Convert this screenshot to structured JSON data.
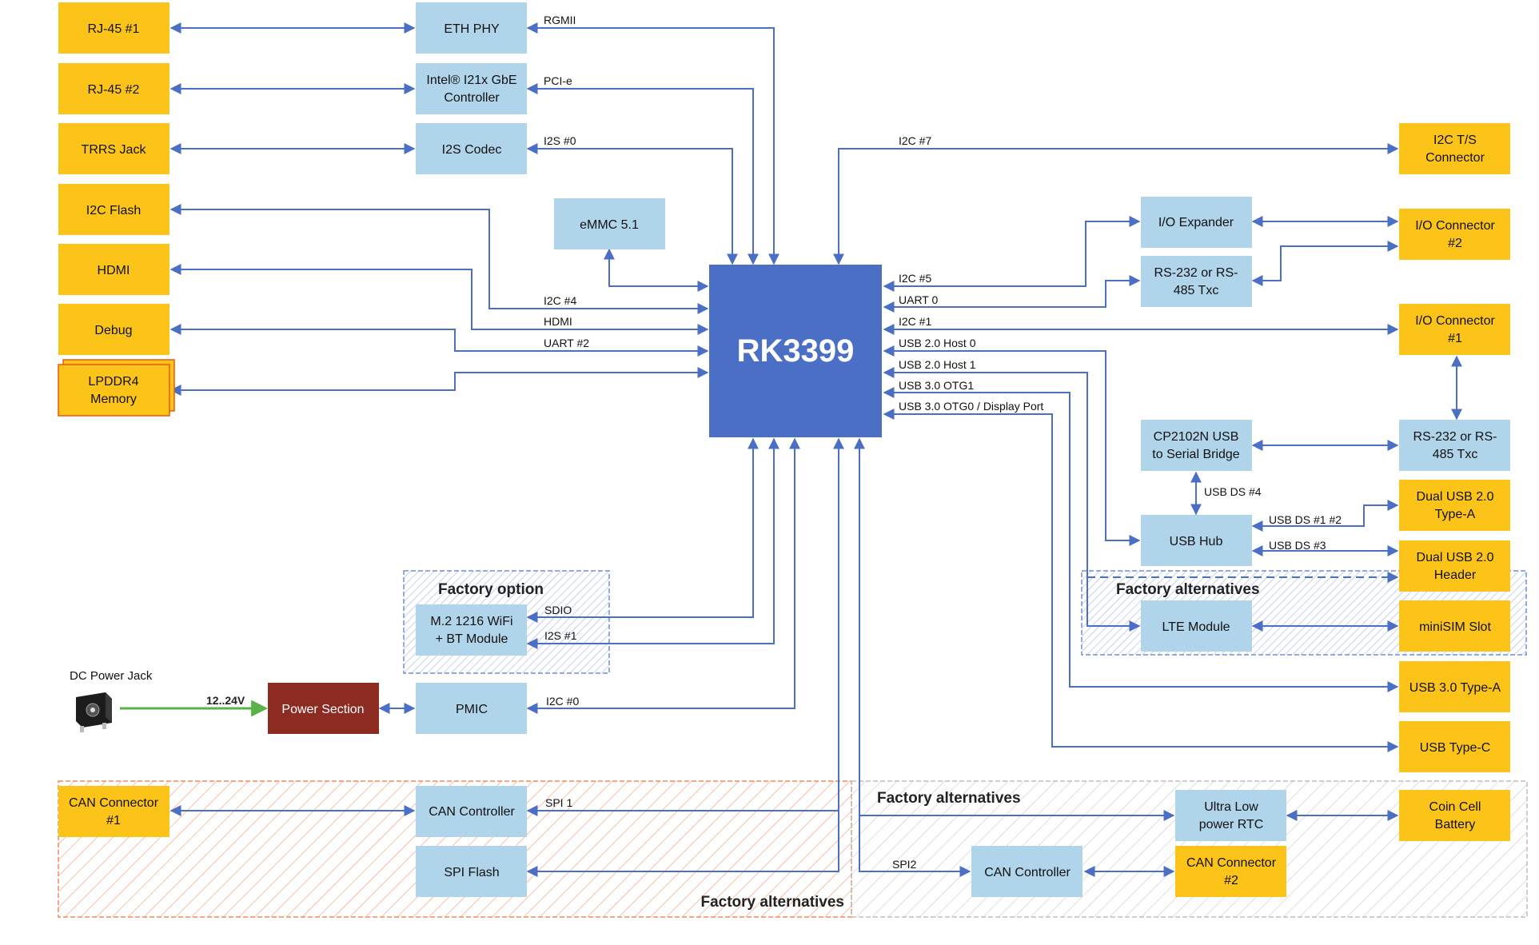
{
  "colors": {
    "connector": "#fcc419",
    "chip": "#b0d4ea",
    "soc": "#4a6fc4",
    "power": "#8b2b22",
    "line": "#4a6fc4",
    "power_line": "#5ab34a",
    "orange_region": "#f08a5d",
    "gray_region": "#bdbdbd",
    "blue_region": "#6f8fd8"
  },
  "soc": {
    "label": "RK3399"
  },
  "left_connectors": {
    "rj45_1": "RJ-45 #1",
    "rj45_2": "RJ-45 #2",
    "trrs": "TRRS Jack",
    "i2c_flash": "I2C Flash",
    "hdmi": "HDMI",
    "debug": "Debug",
    "lpddr4": [
      "LPDDR4",
      "Memory"
    ],
    "can1": [
      "CAN Connector",
      "#1"
    ]
  },
  "left_chips": {
    "eth_phy": "ETH PHY",
    "gbe": [
      "Intel® I21x GbE",
      "Controller"
    ],
    "i2s_codec": "I2S Codec",
    "emmc": "eMMC 5.1",
    "wifi": [
      "M.2 1216 WiFi",
      "+ BT Module"
    ],
    "pmic": "PMIC",
    "can_ctrl": "CAN Controller",
    "spi_flash": "SPI Flash",
    "power": "Power Section",
    "dc_jack": "DC Power Jack",
    "voltage": "12..24V"
  },
  "right_connectors": {
    "i2c_ts": [
      "I2C T/S",
      "Connector"
    ],
    "io2": [
      "I/O Connector",
      "#2"
    ],
    "io1": [
      "I/O Connector",
      "#1"
    ],
    "rs232_r": [
      "RS-232 or RS-",
      "485 Txc"
    ],
    "dual_usb_a": [
      "Dual USB 2.0",
      "Type-A"
    ],
    "dual_usb_h": [
      "Dual USB 2.0",
      "Header"
    ],
    "minisim": "miniSIM Slot",
    "usb3a": "USB 3.0 Type-A",
    "usbc": "USB Type-C",
    "coin": [
      "Coin Cell",
      "Battery"
    ],
    "can2": [
      "CAN Connector",
      "#2"
    ]
  },
  "right_chips": {
    "io_exp": "I/O Expander",
    "rs232_m": [
      "RS-232 or RS-",
      "485 Txc"
    ],
    "cp2102": [
      "CP2102N USB",
      "to Serial Bridge"
    ],
    "usb_hub": "USB Hub",
    "lte": "LTE Module",
    "rtc": [
      "Ultra Low",
      "power RTC"
    ],
    "can_ctrl2": "CAN Controller"
  },
  "bus_labels": {
    "rgmii": "RGMII",
    "pcie": "PCI-e",
    "i2s0": "I2S #0",
    "i2c4": "I2C #4",
    "hdmi": "HDMI",
    "uart2": "UART #2",
    "i2c7": "I2C #7",
    "i2c5": "I2C #5",
    "uart0": "UART 0",
    "i2c1": "I2C #1",
    "usb2h0": "USB 2.0 Host 0",
    "usb2h1": "USB 2.0 Host 1",
    "usb3otg1": "USB 3.0 OTG1",
    "usb3otg0": "USB 3.0 OTG0 / Display Port",
    "usbds4": "USB DS #4",
    "usbds12": "USB DS #1 #2",
    "usbds3": "USB DS #3",
    "sdio": "SDIO",
    "i2s1": "I2S #1",
    "i2c0": "I2C #0",
    "spi1": "SPI 1",
    "spi2": "SPI2"
  },
  "regions": {
    "factory_option": "Factory option",
    "factory_alt_blue": "Factory alternatives",
    "factory_alt_gray": "Factory alternatives",
    "factory_alt_orange": "Factory alternatives"
  }
}
